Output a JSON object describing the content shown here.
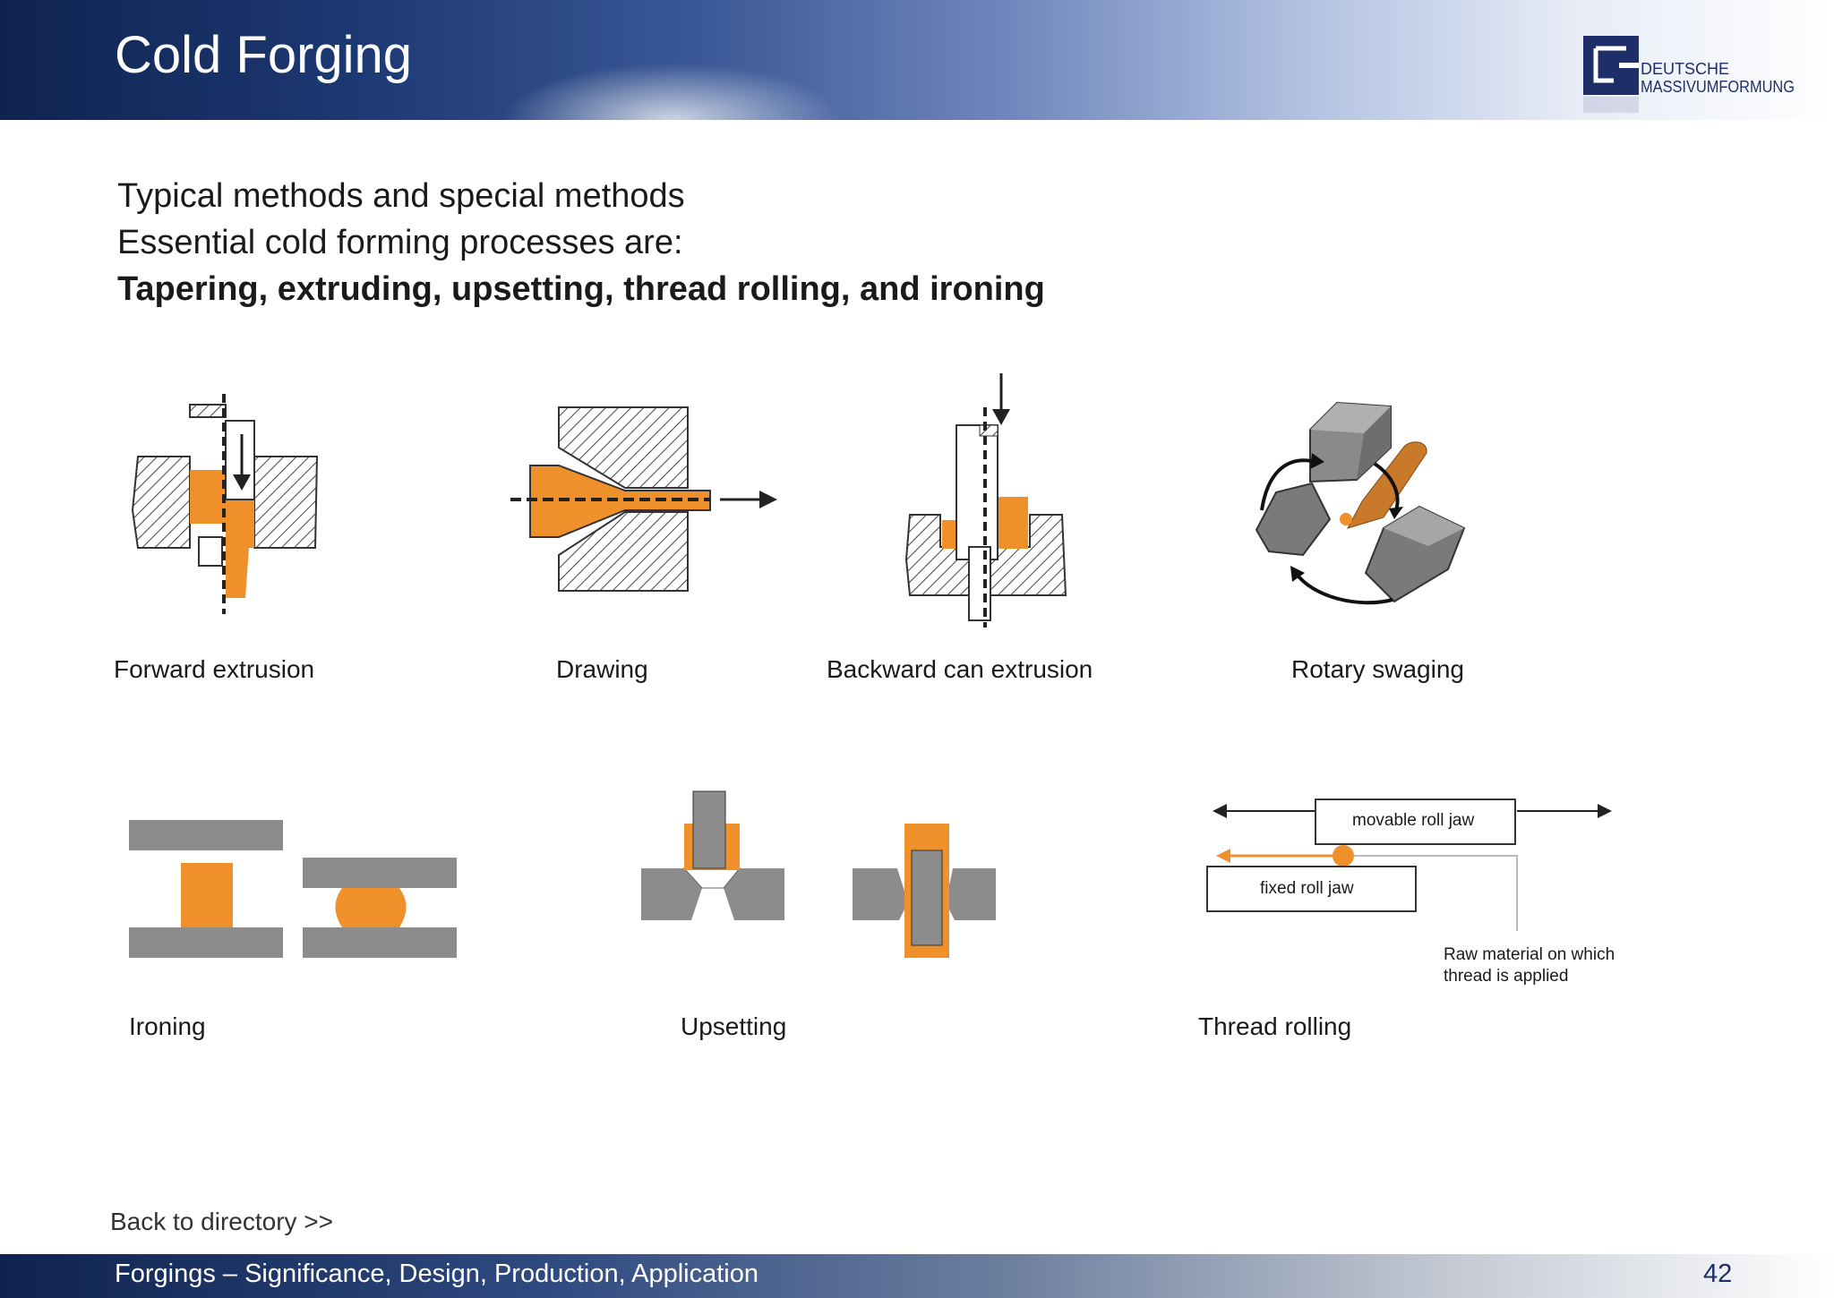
{
  "title": "Cold Forging",
  "logo": {
    "line1": "DEUTSCHE",
    "line2": "MASSIVUMFORMUNG"
  },
  "intro": {
    "line1": "Typical methods and special methods",
    "line2": "Essential cold forming processes are:",
    "line3": "Tapering, extruding, upsetting, thread rolling, and ironing"
  },
  "processes": {
    "forward_extrusion": "Forward extrusion",
    "drawing": "Drawing",
    "backward_can_extrusion": "Backward can extrusion",
    "rotary_swaging": "Rotary swaging",
    "ironing": "Ironing",
    "upsetting": "Upsetting",
    "thread_rolling": "Thread rolling"
  },
  "thread_rolling_diagram": {
    "movable_jaw": "movable roll jaw",
    "fixed_jaw": "fixed roll jaw",
    "raw_material_line1": "Raw material on which",
    "raw_material_line2": "thread is applied"
  },
  "back_link": "Back to directory >>",
  "footer": {
    "text": "Forgings – Significance, Design, Production,  Application",
    "page_number": "42"
  },
  "colors": {
    "header_dark": "#0f2350",
    "accent_orange": "#f0902a",
    "tool_gray": "#8c8c8c",
    "logo_blue": "#1d2e68"
  }
}
